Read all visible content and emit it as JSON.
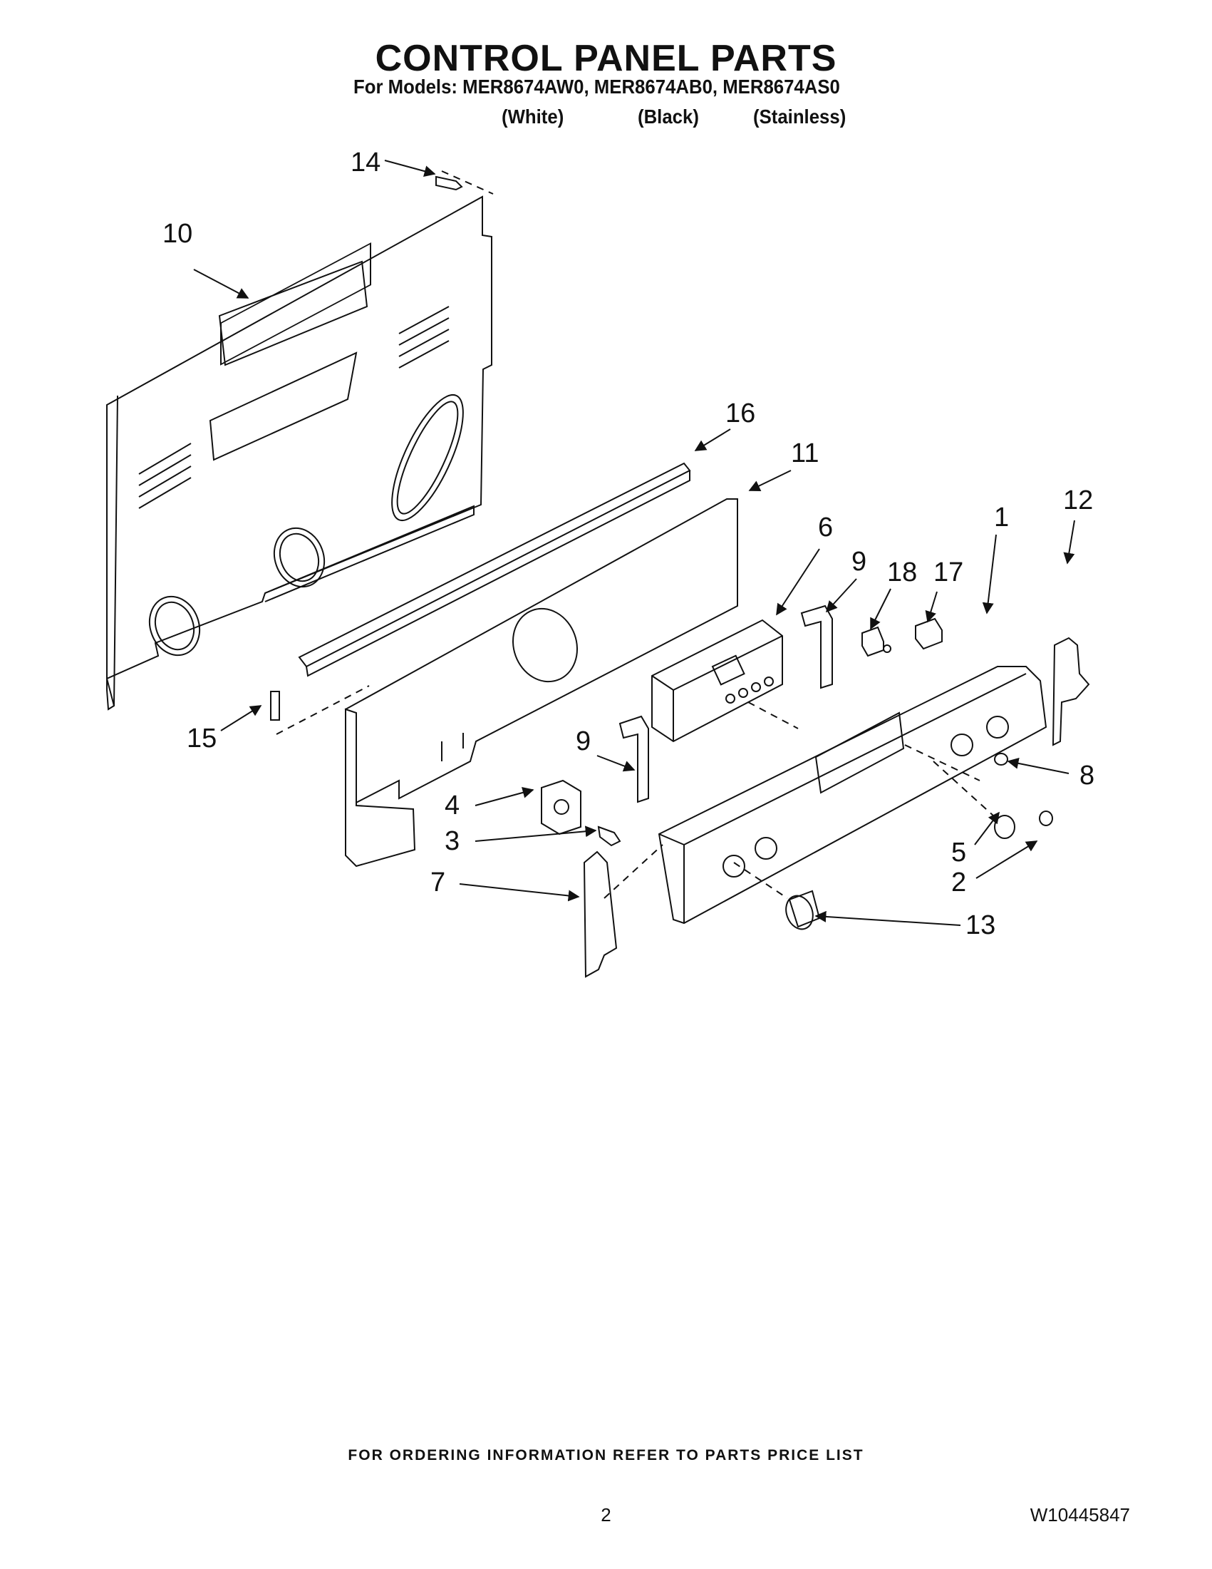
{
  "header": {
    "title": "CONTROL PANEL PARTS",
    "models_line": "For Models: MER8674AW0, MER8674AB0, MER8674AS0",
    "variants": [
      "(White)",
      "(Black)",
      "(Stainless)"
    ]
  },
  "callouts": [
    "14",
    "10",
    "16",
    "11",
    "6",
    "9",
    "18",
    "17",
    "1",
    "12",
    "15",
    "9",
    "4",
    "3",
    "7",
    "8",
    "5",
    "2",
    "13"
  ],
  "footer": {
    "ordering_note": "FOR ORDERING INFORMATION REFER TO PARTS PRICE LIST",
    "page_number": "2",
    "document_number": "W10445847"
  }
}
